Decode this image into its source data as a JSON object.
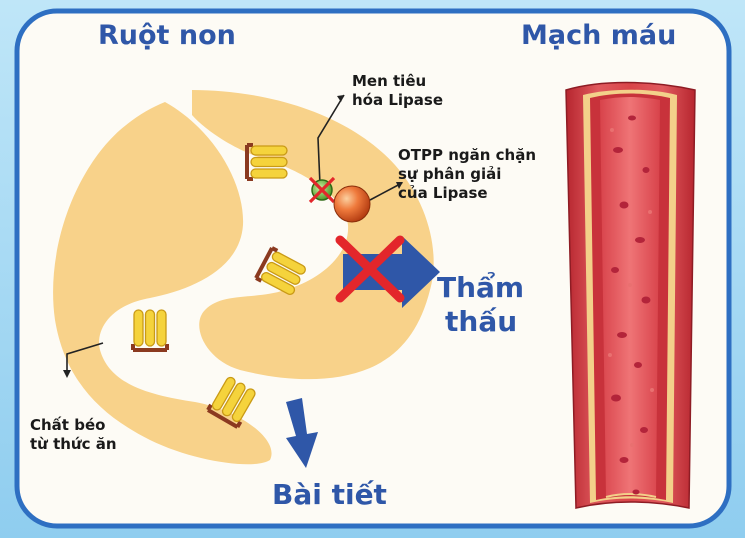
{
  "diagram": {
    "left_title": "Ruột non",
    "right_title": "Mạch máu",
    "lipase_label": [
      "Men tiêu",
      "hóa Lipase"
    ],
    "otpp_label": [
      "OTPP ngăn chặn",
      "sự phân giải",
      "của Lipase"
    ],
    "fat_label": [
      "Chất béo",
      "từ thức ăn"
    ],
    "absorb_label": [
      "Thẩm",
      "thấu"
    ],
    "excrete_label": "Bài tiết"
  },
  "colors": {
    "frame_border": "#2e6fc2",
    "panel_bg": "#fdfbf5",
    "intestine": "#f8d28a",
    "arrow_blue": "#2f57a8",
    "cross_red": "#e3262b",
    "vessel_wall": "#c8323b",
    "vessel_stripe": "#f3d08a",
    "blood_cell": "#b3243a"
  },
  "icons": [
    "fat-molecule-icon",
    "lipase-enzyme-icon",
    "otpp-sphere-icon",
    "blocked-arrow-icon",
    "downward-arrow-icon"
  ]
}
